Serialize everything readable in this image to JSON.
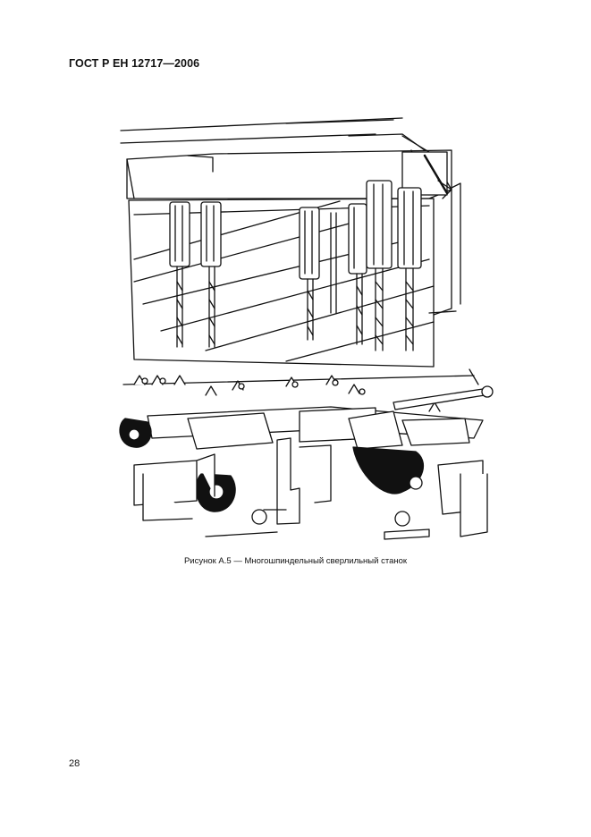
{
  "header": {
    "standard_code": "ГОСТ Р ЕН 12717—2006"
  },
  "figure": {
    "caption": "Рисунок А.5 — Многошпиндельный сверлильный станок"
  },
  "footer": {
    "page_number": "28"
  }
}
